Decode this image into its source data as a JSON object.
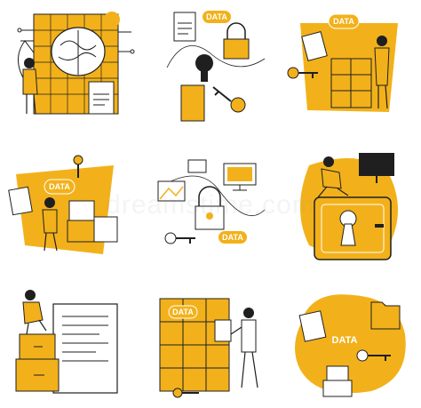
{
  "illustration": {
    "colors": {
      "accent": "#F2B11B",
      "line": "#1F1F1F",
      "background": "#FFFFFF"
    },
    "tag_text": "DATA",
    "watermark": "dreamstime.com",
    "tiles": [
      {
        "id": "brain-chip",
        "icons": [
          "brain-icon",
          "circuit-icon",
          "document-icon",
          "person-icon"
        ]
      },
      {
        "id": "padlock-keyhole",
        "icons": [
          "padlock-icon",
          "keyhole-icon",
          "key-icon",
          "document-icon"
        ]
      },
      {
        "id": "woman-file-cabinet",
        "icons": [
          "file-cabinet-icon",
          "key-icon",
          "document-icon",
          "person-icon"
        ]
      },
      {
        "id": "man-stacking-boxes",
        "icons": [
          "box-icon",
          "key-icon",
          "document-icon",
          "person-icon"
        ]
      },
      {
        "id": "padlock-network",
        "icons": [
          "padlock-icon",
          "monitor-icon",
          "key-icon",
          "image-icon"
        ]
      },
      {
        "id": "man-on-safe",
        "icons": [
          "safe-icon",
          "keyhole-icon",
          "monitor-icon",
          "person-icon"
        ]
      },
      {
        "id": "woman-on-documents",
        "icons": [
          "document-icon",
          "box-icon",
          "person-icon"
        ]
      },
      {
        "id": "man-storage-shelf",
        "icons": [
          "shelf-icon",
          "key-icon",
          "document-icon",
          "person-icon"
        ]
      },
      {
        "id": "data-blob-archive",
        "icons": [
          "folder-icon",
          "key-icon",
          "box-icon",
          "document-icon"
        ]
      }
    ]
  }
}
